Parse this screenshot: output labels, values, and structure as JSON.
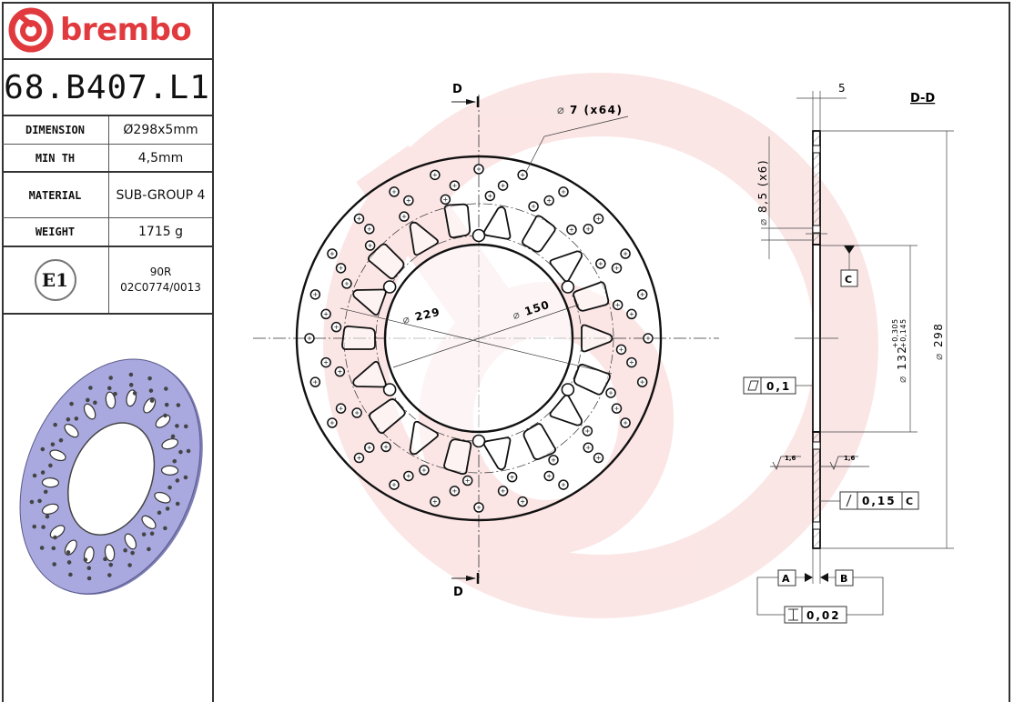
{
  "brand": {
    "name": "brembo",
    "color": "#e03a3e"
  },
  "part_number": "68.B407.L1",
  "specs": [
    {
      "label": "DIMENSION",
      "value": "Ø298x5mm"
    },
    {
      "label": "MIN TH",
      "value": "4,5mm"
    },
    {
      "label": "MATERIAL",
      "value": "SUB-GROUP 4"
    },
    {
      "label": "WEIGHT",
      "value": "1715 g"
    }
  ],
  "homologation": {
    "badge": "E1",
    "line1": "90R",
    "line2": "02C0774/0013"
  },
  "front_view": {
    "section_marker": "D",
    "callouts": {
      "hole_dia": "7 (x64)",
      "pcd_dia": "229",
      "bore_dia": "150"
    }
  },
  "section_view": {
    "title": "D-D",
    "thickness": "5",
    "mount_hole": "8,5 (x6)",
    "hub_dia": "132",
    "hub_tol_upper": "+0,305",
    "hub_tol_lower": "+0,145",
    "outer_dia": "298",
    "datum_c": "C",
    "flatness": "0,1",
    "roughness_left": "1,6",
    "roughness_right": "1,6",
    "runout_value": "0,15",
    "runout_datum": "C",
    "datum_a": "A",
    "datum_b": "B",
    "parallelism": "0,02"
  },
  "colors": {
    "line": "#111111",
    "watermark": "#fbe3e3",
    "render_fill": "#a9a9e0",
    "render_edge": "#5a5a8a"
  }
}
